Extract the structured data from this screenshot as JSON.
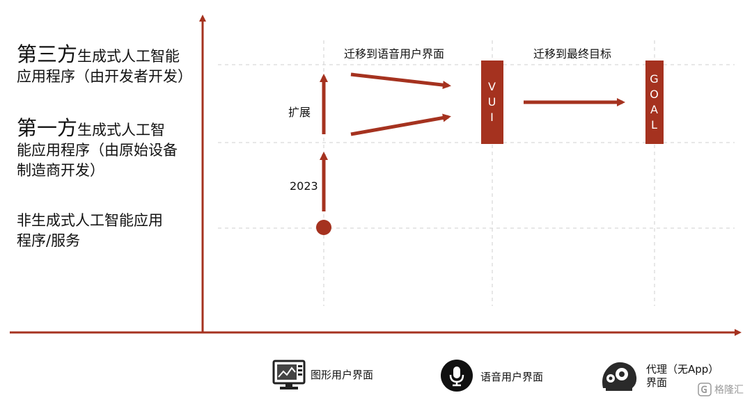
{
  "y_levels": {
    "level3_big": "第三方",
    "level3_rest": "生成式人工智能",
    "level3_line2": "应用程序（由开发者开发）",
    "level2_big": "第一方",
    "level2_rest": "生成式人工智",
    "level2_line2": "能应用程序（由原始设备",
    "level2_line3": "制造商开发）",
    "level1_line1": "非生成式人工智能应用",
    "level1_line2": "程序/服务"
  },
  "annotations": {
    "expand": "扩展",
    "year": "2023",
    "migrate_voice": "迁移到语音用户界面",
    "migrate_goal": "迁移到最终目标"
  },
  "boxes": {
    "vui": [
      "V",
      "U",
      "I"
    ],
    "goal": [
      "G",
      "O",
      "A",
      "L"
    ]
  },
  "legend": {
    "gui": "图形用户界面",
    "voice": "语音用户界面",
    "agent_line1": "代理（无App）",
    "agent_line2": "界面"
  },
  "watermark": "格隆汇",
  "colors": {
    "accent": "#a5321f",
    "grid": "#cccccc"
  }
}
